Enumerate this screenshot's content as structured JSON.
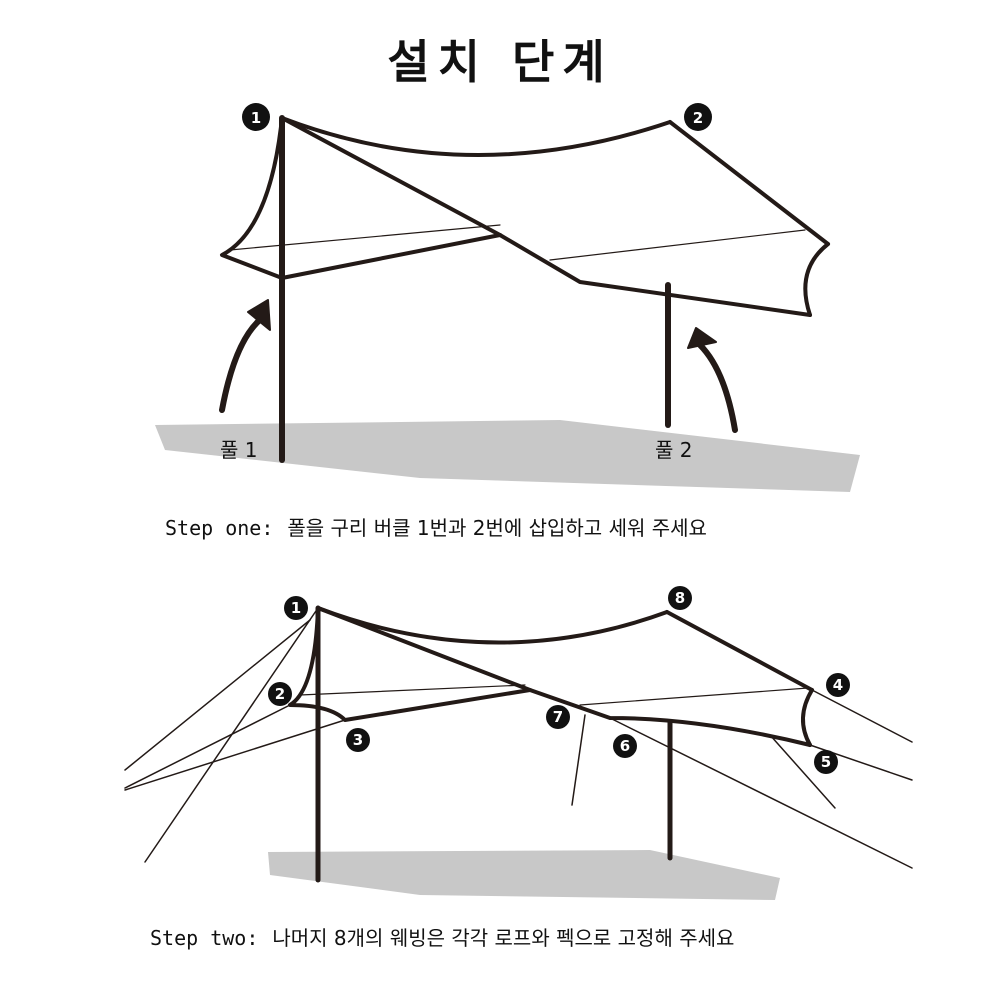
{
  "title": "설치 단계",
  "step_one": {
    "label": "Step one:",
    "text": "폴을 구리 버클 1번과 2번에 삽입하고 세워 주세요",
    "pole_labels": [
      "풀 1",
      "풀 2"
    ],
    "badges": [
      "1",
      "2"
    ]
  },
  "step_two": {
    "label": "Step two:",
    "text": "나머지 8개의 웨빙은 각각 로프와 펙으로 고정해 주세요",
    "badges": [
      "1",
      "8",
      "2",
      "3",
      "7",
      "6",
      "4",
      "5"
    ]
  },
  "colors": {
    "line": "#231a17",
    "shadow": "#c8c8c8"
  }
}
